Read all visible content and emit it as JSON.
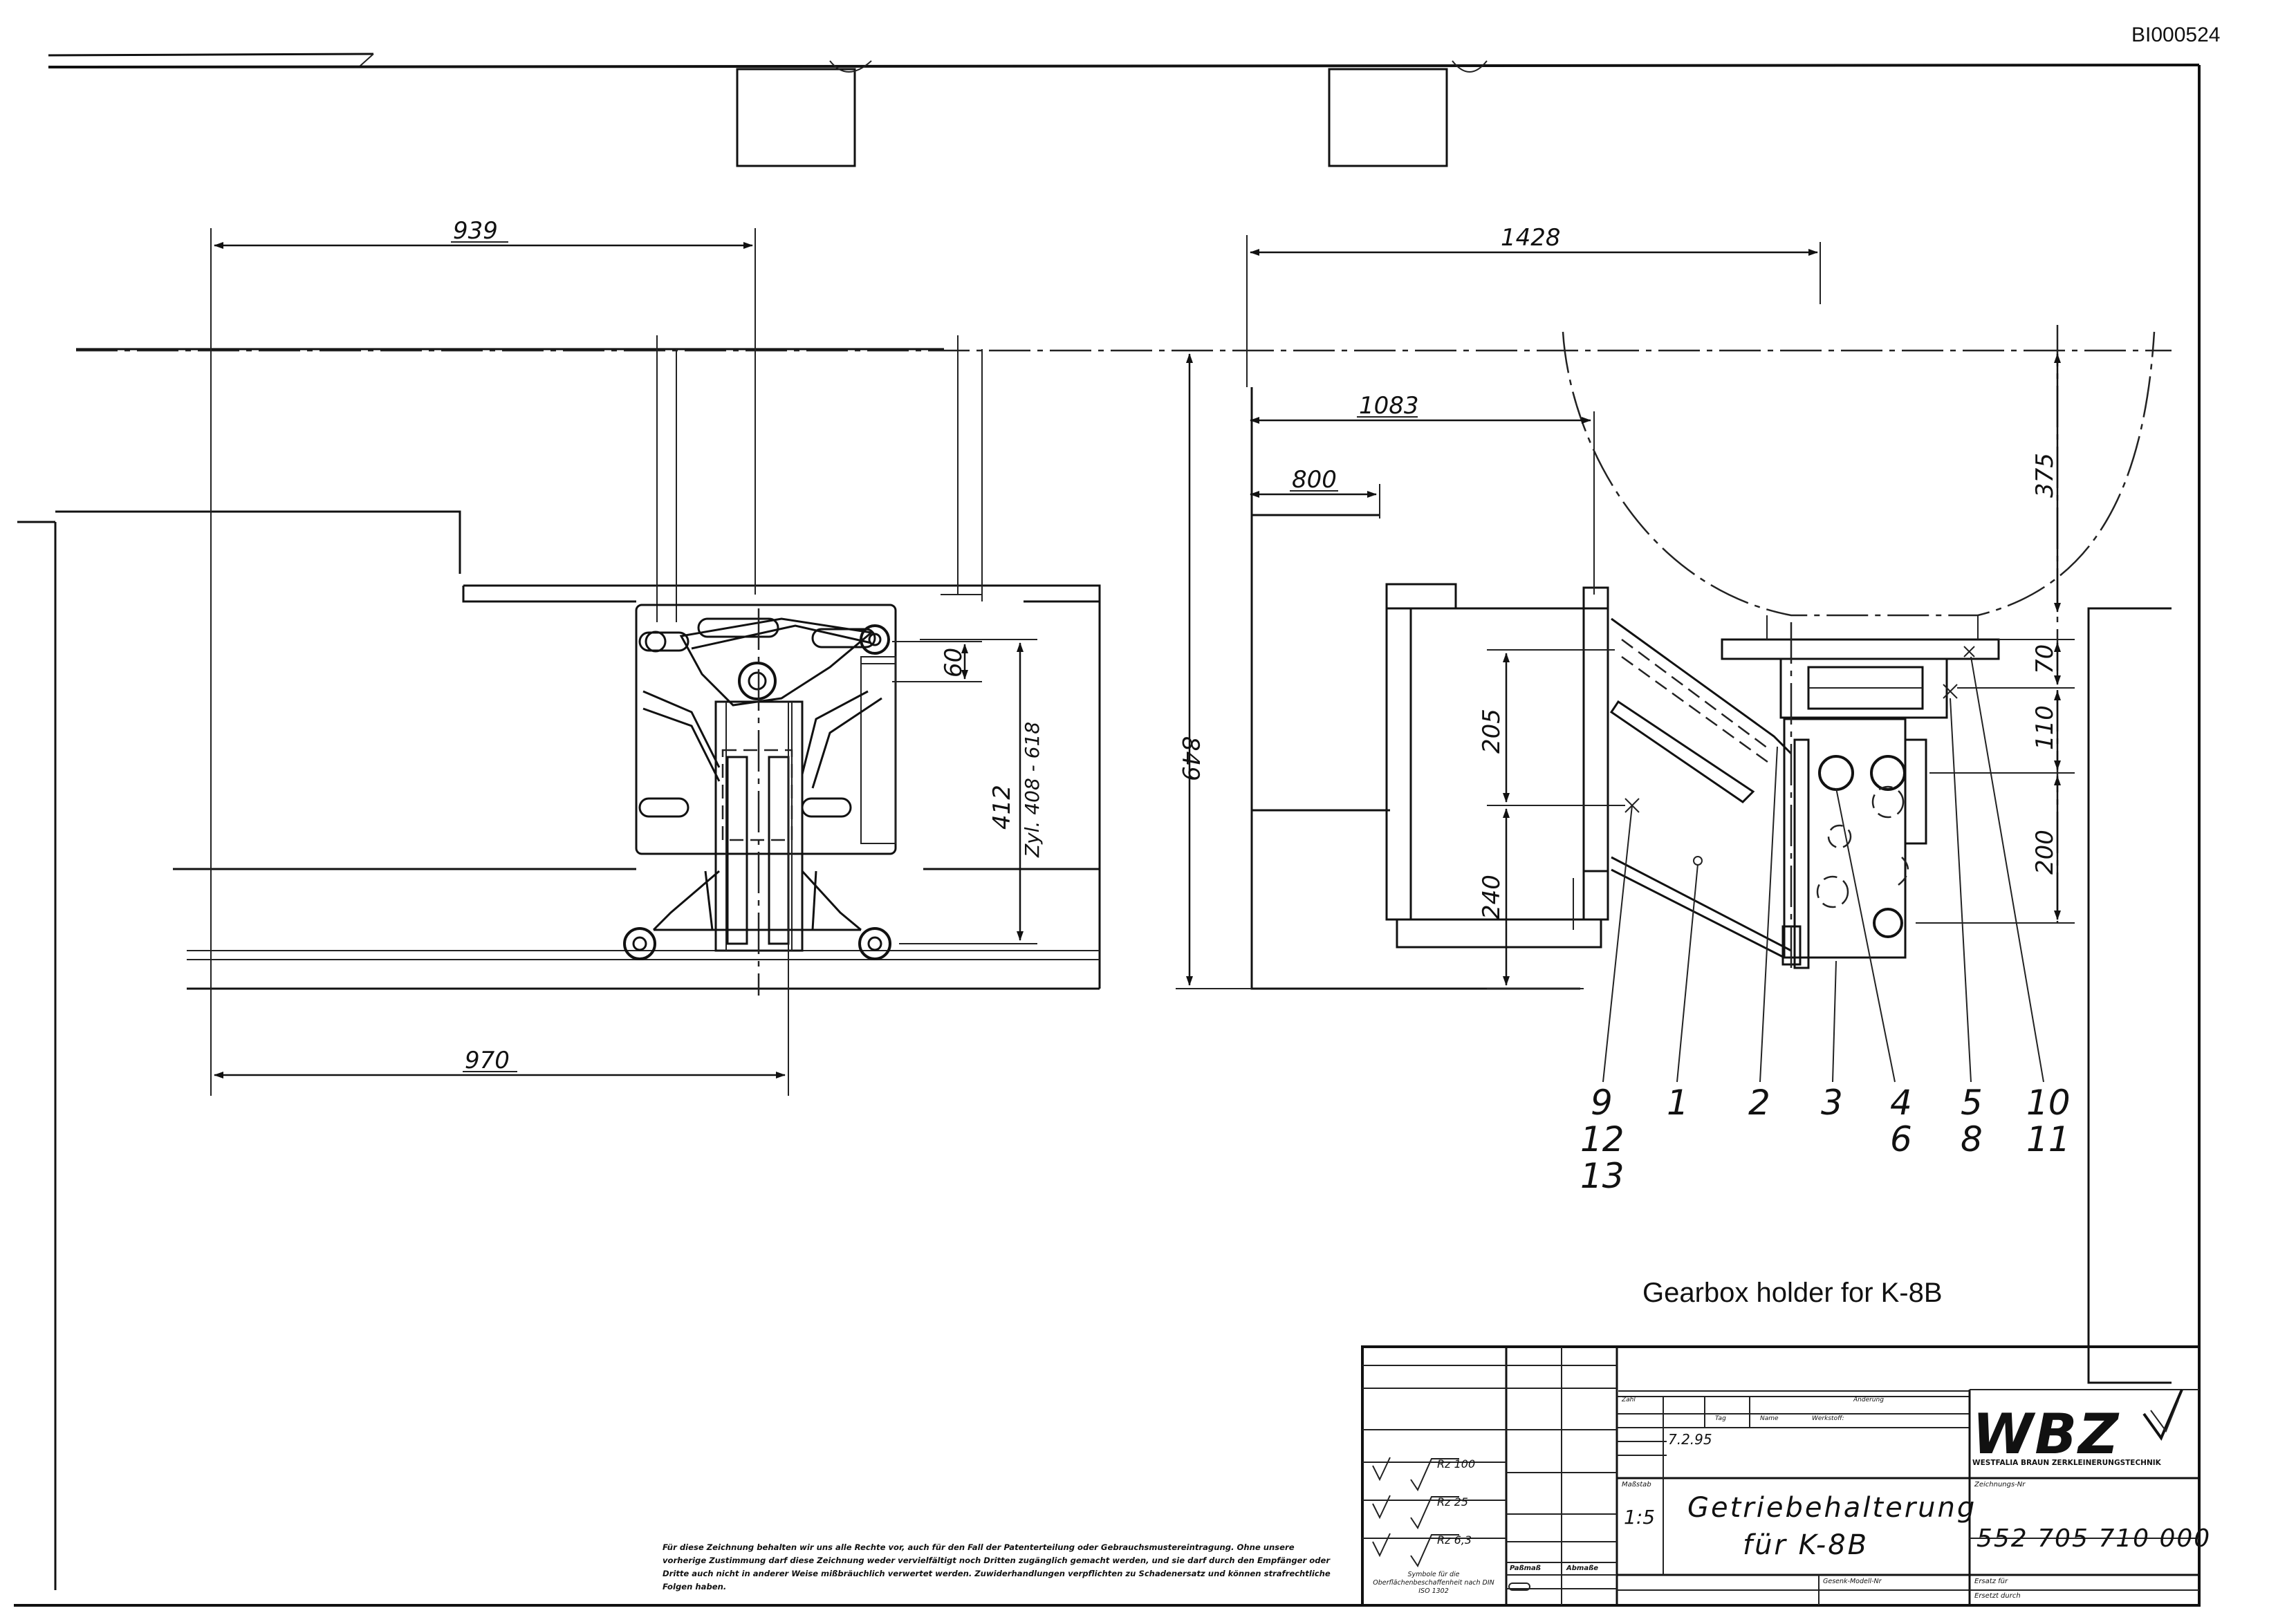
{
  "document_id": "BI000524",
  "caption": "Gearbox holder for K-8B",
  "dimensions": {
    "left_view": [
      "939",
      "60",
      "412",
      "Zyl. 408 - 618",
      "970"
    ],
    "right_view": [
      "1428",
      "1083",
      "800",
      "849",
      "205",
      "240",
      "375",
      "70",
      "110",
      "200"
    ]
  },
  "part_labels": [
    {
      "lines": [
        "9",
        "12",
        "13"
      ]
    },
    {
      "lines": [
        "1"
      ]
    },
    {
      "lines": [
        "2"
      ]
    },
    {
      "lines": [
        "3"
      ]
    },
    {
      "lines": [
        "4",
        "6"
      ]
    },
    {
      "lines": [
        "5",
        "8"
      ]
    },
    {
      "lines": [
        "10",
        "11"
      ]
    }
  ],
  "title_block": {
    "company_logo": "WBZ",
    "company_name": "WESTFALIA BRAUN ZERKLEINERUNGSTECHNIK",
    "title_line1": "Getriebehalterung",
    "title_line2": "für K-8B",
    "scale": "1:5",
    "drawing_number": "552 705 710 000",
    "date": "7.2.95",
    "surface_symbols": [
      "Rz 100",
      "Rz 25",
      "Rz 6,3"
    ],
    "header_labels": {
      "zahl": "Zahl",
      "aenderung": "Änderung",
      "tag": "Tag",
      "name": "Name",
      "werkstoff": "Werkstoff:",
      "zeichnungs_nr": "Zeichnungs-Nr",
      "passmass": "Paßmaß",
      "abmasse": "Abmaße",
      "massstab": "Maßstab",
      "ersatz_fuer": "Ersatz für",
      "ersetzt_durch": "Ersetzt durch",
      "gesenk_modell_nr": "Gesenk-Modell-Nr",
      "symbole_note": "Symbole für die Oberflächenbeschaffenheit nach DIN ISO 1302"
    },
    "legal_notice": "Für diese Zeichnung behalten wir uns alle Rechte vor, auch für den Fall der Patenterteilung oder Gebrauchsmustereintragung. Ohne unsere vorherige Zustimmung darf diese Zeichnung weder vervielfältigt noch Dritten zugänglich gemacht werden, und sie darf durch den Empfänger oder Dritte auch nicht in anderer Weise mißbräuchlich verwertet werden. Zuwiderhandlungen verpflichten zu Schadenersatz und können strafrechtliche Folgen haben."
  }
}
